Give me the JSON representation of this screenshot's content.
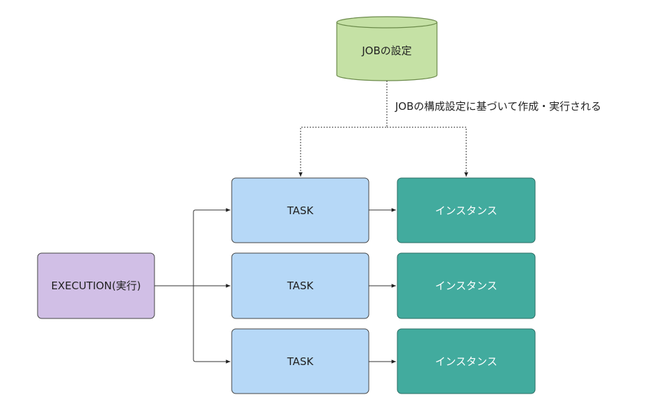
{
  "diagram": {
    "job_config": {
      "label": "JOBの設定",
      "fill": "#c5e1a5",
      "stroke": "#6b8a4a"
    },
    "connector_note": "JOBの構成設定に基づいて作成・実行される",
    "execution": {
      "label": "EXECUTION(実行)",
      "fill": "#d1bfe6",
      "stroke": "#444444"
    },
    "tasks": [
      {
        "label": "TASK"
      },
      {
        "label": "TASK"
      },
      {
        "label": "TASK"
      }
    ],
    "instances": [
      {
        "label": "インスタンス"
      },
      {
        "label": "インスタンス"
      },
      {
        "label": "インスタンス"
      }
    ],
    "colors": {
      "task_fill": "#b6d8f7",
      "task_stroke": "#444444",
      "instance_fill": "#42ab9e",
      "instance_stroke": "#2e6f66",
      "instance_text": "#ffffff",
      "line": "#333333"
    }
  }
}
